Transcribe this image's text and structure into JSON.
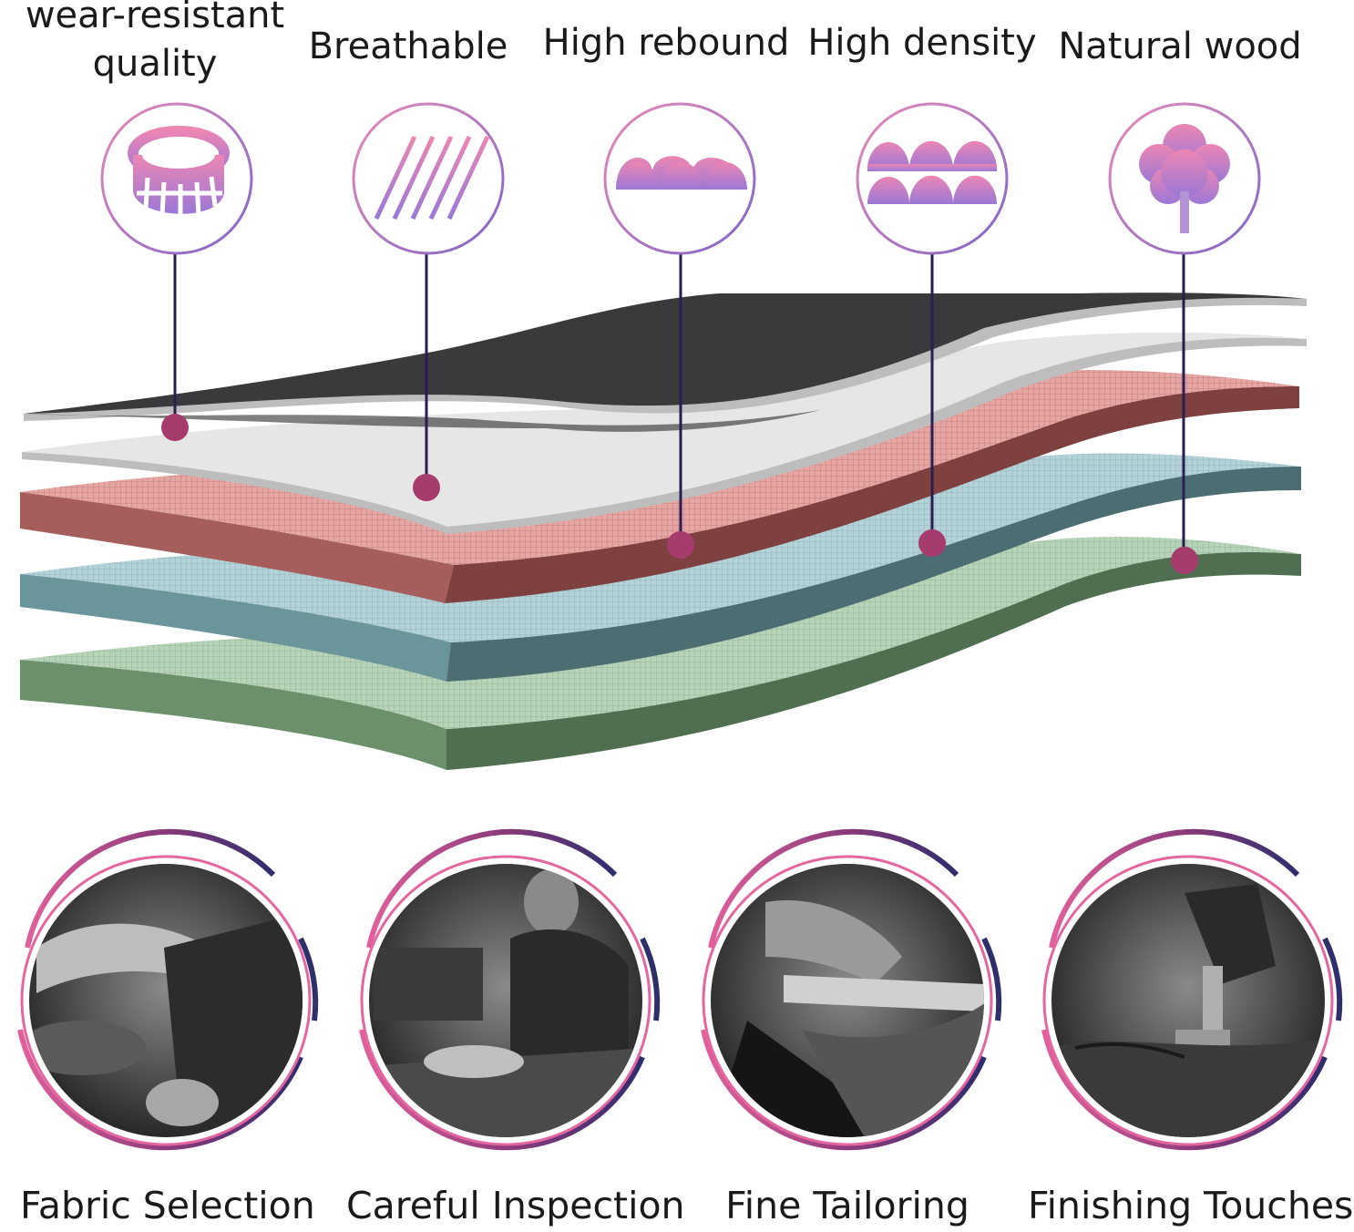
{
  "features": [
    {
      "line1": "wear-resistant",
      "line2": "quality",
      "icon": "wear-resistant-ring-icon"
    },
    {
      "line1": "Breathable",
      "icon": "mesh-grid-icon"
    },
    {
      "line1": "High rebound",
      "icon": "foam-bumps-icon"
    },
    {
      "line1": "High density",
      "icon": "double-foam-bumps-icon"
    },
    {
      "line1": "Natural wood",
      "icon": "tree-icon"
    }
  ],
  "layers": [
    {
      "name": "top-black-layer",
      "color": "#3a3a3c"
    },
    {
      "name": "white-layer",
      "color": "#e6e6e6"
    },
    {
      "name": "red-layer",
      "color": "#a65e5c"
    },
    {
      "name": "teal-layer",
      "color": "#6a959a"
    },
    {
      "name": "green-layer",
      "color": "#6c8f6c"
    }
  ],
  "process": [
    {
      "label": "Fabric Selection",
      "photo": "hands-holding-leather-photo"
    },
    {
      "label": "Careful Inspection",
      "photo": "worker-inspecting-photo"
    },
    {
      "label": "Fine Tailoring",
      "photo": "cutting-tool-photo"
    },
    {
      "label": "Finishing Touches",
      "photo": "sewing-machine-photo"
    }
  ],
  "colors": {
    "pink": "#e786b5",
    "purple": "#8c6fd0",
    "navy": "#2e2f6b",
    "connector": "#2a1d54",
    "dot": "#a63b6e"
  }
}
